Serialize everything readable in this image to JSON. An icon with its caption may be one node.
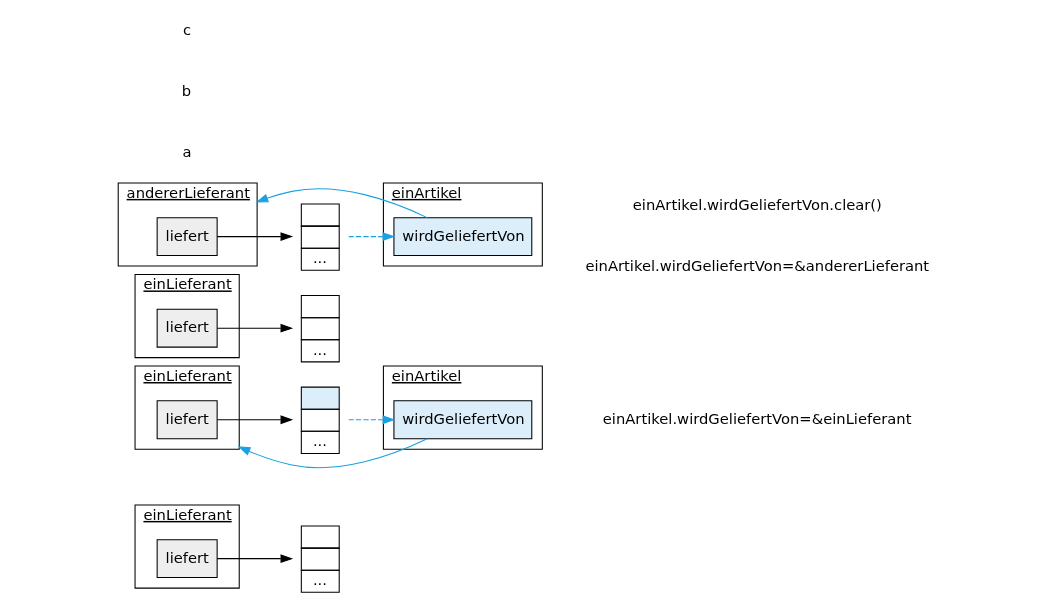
{
  "diagram": {
    "nodes": [
      {
        "text": [
          "einLieferant"
        ]
      },
      {
        "text": [
          "liefert"
        ],
        "in": 0
      },
      {
        "text": [
          "..."
        ]
      },
      {
        "text": [
          "einLieferant"
        ]
      },
      {
        "text": [
          "liefert"
        ],
        "in": 3
      },
      {
        "text": [
          "..."
        ]
      },
      {
        "text": [
          "einArtikel"
        ]
      },
      {
        "text": [
          "wirdGeliefertVon"
        ],
        "in": 6
      },
      {
        "text": [
          "einLieferant"
        ]
      },
      {
        "text": [
          "liefert"
        ],
        "in": 8
      },
      {
        "text": [
          "..."
        ]
      },
      {
        "text": [
          "einArtikel"
        ]
      },
      {
        "text": [
          "wirdGeliefertVon"
        ],
        "in": 11
      },
      {
        "text": [
          "andererLieferant"
        ]
      },
      {
        "text": [
          "liefert"
        ],
        "in": 13
      },
      {
        "text": [
          "..."
        ]
      }
    ],
    "edges": [
      {
        "from": 1,
        "to": 2,
        "arrow": "to"
      },
      {
        "from": 4,
        "to": 5,
        "arrow": "to"
      },
      {
        "from": 7,
        "to": 3,
        "arrow": "to",
        "color": "#1ba1e2"
      },
      {
        "from": 5,
        "to": 7,
        "arrow": "to",
        "style": "dashed",
        "color": "#1ba1e2"
      },
      {
        "from": 9,
        "to": 10,
        "arrow": "to"
      },
      {
        "from": 12,
        "to": 13,
        "arrow": "to",
        "color": "#1ba1e2"
      },
      {
        "from": 14,
        "to": 15,
        "arrow": "to"
      },
      {
        "from": 15,
        "to": 12,
        "arrow": "to",
        "style": "dashed",
        "color": "#1ba1e2"
      }
    ],
    "labels": [
      "a",
      "b",
      "einArtikel.wirdGeliefertVon=&einLieferant",
      "c",
      "einArtikel.wirdGeliefertVon.clear()",
      "einArtikel.wirdGeliefertVon=&andererLieferant"
    ]
  }
}
